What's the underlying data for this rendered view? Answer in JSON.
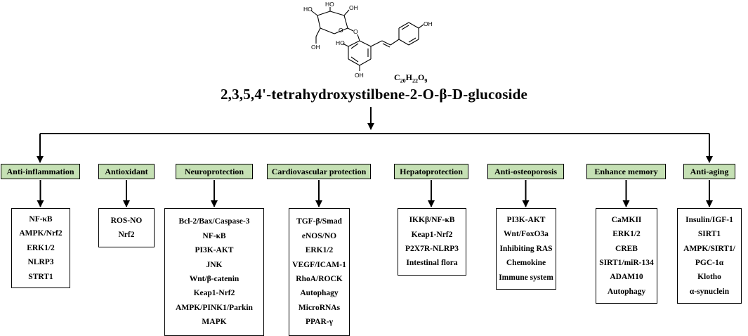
{
  "compound": {
    "name": "2,3,5,4'-tetrahydroxystilbene-2-O-β-D-glucoside",
    "formula": {
      "c": "C",
      "c_n": "20",
      "h": "H",
      "h_n": "22",
      "o": "O",
      "o_n": "9"
    },
    "atoms": {
      "oh": "OH",
      "ho": "HO",
      "o": "O"
    }
  },
  "categories": [
    {
      "label": "Anti-inflammation",
      "items": [
        "NF-κB",
        "AMPK/Nrf2",
        "ERK1/2",
        "NLRP3",
        "STRT1"
      ]
    },
    {
      "label": "Antioxidant",
      "items": [
        "ROS-NO",
        "Nrf2"
      ]
    },
    {
      "label": "Neuroprotection",
      "items": [
        "Bcl-2/Bax/Caspase-3",
        "NF-κB",
        "PI3K-AKT",
        "JNK",
        "Wnt/β-catenin",
        "Keap1-Nrf2",
        "AMPK/PINK1/Parkin",
        "MAPK"
      ]
    },
    {
      "label": "Cardiovascular protection",
      "items": [
        "TGF-β/Smad",
        "eNOS/NO",
        "ERK1/2",
        "VEGF/ICAM-1",
        "RhoA/ROCK",
        "Autophagy",
        "MicroRNAs",
        "PPAR-γ"
      ]
    },
    {
      "label": "Hepatoprotection",
      "items": [
        "IKKβ/NF-κB",
        "Keap1-Nrf2",
        "P2X7R-NLRP3",
        "Intestinal flora"
      ]
    },
    {
      "label": "Anti-osteoporosis",
      "items": [
        "PI3K-AKT",
        "Wnt/FoxO3a",
        "Inhibiting RAS",
        "Chemokine",
        "Immune system"
      ]
    },
    {
      "label": "Enhance memory",
      "items": [
        "CaMKII",
        "ERK1/2",
        "CREB",
        "SIRT1/miR-134",
        "ADAM10",
        "Autophagy"
      ]
    },
    {
      "label": "Anti-aging",
      "items": [
        "Insulin/IGF-1",
        "SIRT1",
        "AMPK/SIRT1/",
        "PGC-1α",
        "Klotho",
        "α-synuclein"
      ]
    }
  ]
}
